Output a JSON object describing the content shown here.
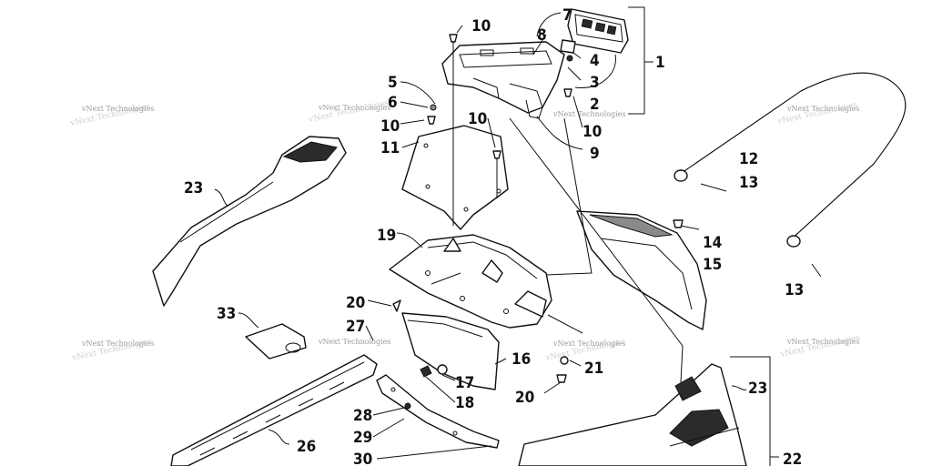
{
  "callouts": {
    "c1": "1",
    "c2": "2",
    "c3": "3",
    "c4": "4",
    "c5": "5",
    "c6": "6",
    "c7": "7",
    "c8": "8",
    "c9": "9",
    "c10a": "10",
    "c10b": "10",
    "c10c": "10",
    "c10d": "10",
    "c11": "11",
    "c12": "12",
    "c13a": "13",
    "c13b": "13",
    "c14": "14",
    "c15": "15",
    "c16": "16",
    "c17": "17",
    "c18": "18",
    "c19": "19",
    "c20a": "20",
    "c20b": "20",
    "c21": "21",
    "c22": "22",
    "c23a": "23",
    "c23b": "23",
    "c26": "26",
    "c27": "27",
    "c28": "28",
    "c29": "29",
    "c30": "30",
    "c33": "33"
  },
  "watermark": {
    "text": "vNext Technologies"
  },
  "colors": {
    "line": "#111111",
    "watermark": "#9a9a9a",
    "background": "#ffffff"
  }
}
